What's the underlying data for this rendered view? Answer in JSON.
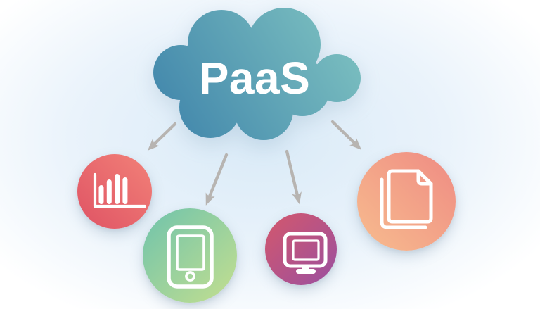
{
  "diagram": {
    "title": "PaaS",
    "cloud": {
      "label": "PaaS",
      "label_color": "#ffffff",
      "gradient_from": "#3d82aa",
      "gradient_to": "#7fc3c1"
    },
    "background": {
      "center_color": "#d9eaf7",
      "mid_color": "#eaf3fb",
      "edge_color": "#ffffff"
    },
    "arrows": {
      "color": "#b7b4b1",
      "count": 4,
      "targets": [
        "analytics",
        "tablet",
        "monitor",
        "documents"
      ]
    },
    "nodes": [
      {
        "name": "analytics",
        "icon": "bar-chart-icon",
        "gradient_from": "#f28178",
        "gradient_to": "#df5364",
        "gradient_angle": "225deg"
      },
      {
        "name": "tablet",
        "icon": "tablet-icon",
        "gradient_from": "#6fc3ac",
        "gradient_to": "#c4df8f",
        "gradient_angle": "135deg"
      },
      {
        "name": "monitor",
        "icon": "monitor-icon",
        "gradient_from": "#d4586c",
        "gradient_to": "#9a4fa0",
        "gradient_angle": "135deg"
      },
      {
        "name": "documents",
        "icon": "documents-icon",
        "gradient_from": "#ef8b83",
        "gradient_to": "#f7bc8e",
        "gradient_angle": "225deg"
      }
    ]
  }
}
